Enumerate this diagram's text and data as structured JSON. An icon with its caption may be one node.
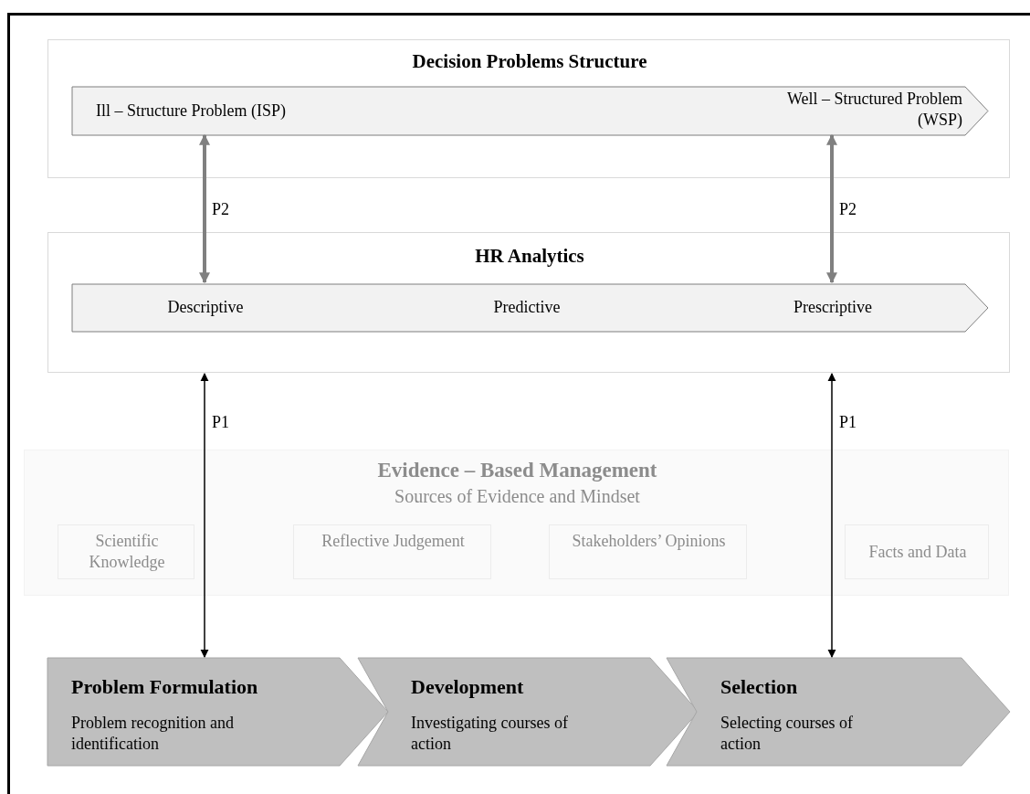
{
  "diagram": {
    "nodes": [
      {
        "text": [
          "Decision Problems Structure"
        ]
      },
      {
        "text": [
          "Ill – Structure Problem (ISP)",
          "Well – Structured Problem (WSP)"
        ],
        "in": 0
      },
      {
        "text": [
          "HR Analytics"
        ]
      },
      {
        "text": [
          "Descriptive",
          "Predictive",
          "Prescriptive"
        ],
        "in": 2
      },
      {
        "text": [
          "Evidence – Based Management",
          "Sources of Evidence and Mindset"
        ]
      },
      {
        "text": [
          "Scientific Knowledge"
        ],
        "in": 4
      },
      {
        "text": [
          "Reflective Judgement"
        ],
        "in": 4
      },
      {
        "text": [
          "Stakeholders’ Opinions"
        ],
        "in": 4
      },
      {
        "text": [
          "Facts and Data"
        ],
        "in": 4
      },
      {
        "text": [
          "Problem Formulation",
          "Problem recognition and identification"
        ]
      },
      {
        "text": [
          "Development",
          "Investigating courses of action"
        ]
      },
      {
        "text": [
          "Selection",
          "Selecting courses of action"
        ]
      }
    ],
    "edges": [
      {
        "from": 1,
        "to": 3,
        "arrow": "both",
        "label": "P2",
        "style": "thick",
        "color": "#808080"
      },
      {
        "from": 1,
        "to": 3,
        "arrow": "both",
        "label": "P2",
        "style": "thick",
        "color": "#808080"
      },
      {
        "from": 2,
        "to": 9,
        "arrow": "both",
        "label": "P1",
        "color": "#000000"
      },
      {
        "from": 2,
        "to": 11,
        "arrow": "both",
        "label": "P1",
        "color": "#000000"
      }
    ]
  }
}
